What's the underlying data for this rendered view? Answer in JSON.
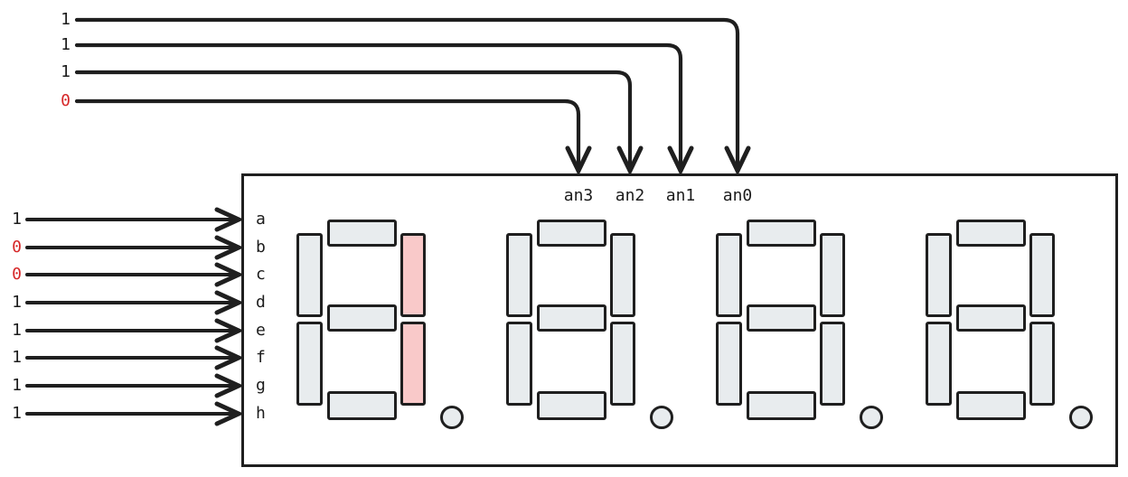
{
  "diagram": {
    "component": "four-digit-seven-segment-display",
    "colors": {
      "stroke": "#1f1f1f",
      "text": "#1c1c1c",
      "active_red": "#d62728",
      "segment_off_fill": "#e8ecee",
      "segment_lit_fill": "#f9c9c9",
      "background": "#ffffff"
    },
    "anode_inputs": [
      {
        "value": "1",
        "target": "an0",
        "highlight": false
      },
      {
        "value": "1",
        "target": "an1",
        "highlight": false
      },
      {
        "value": "1",
        "target": "an2",
        "highlight": false
      },
      {
        "value": "0",
        "target": "an3",
        "highlight": true
      }
    ],
    "anode_labels": [
      "an3",
      "an2",
      "an1",
      "an0"
    ],
    "segment_inputs": [
      {
        "label": "a",
        "value": "1",
        "highlight": false
      },
      {
        "label": "b",
        "value": "0",
        "highlight": true
      },
      {
        "label": "c",
        "value": "0",
        "highlight": true
      },
      {
        "label": "d",
        "value": "1",
        "highlight": false
      },
      {
        "label": "e",
        "value": "1",
        "highlight": false
      },
      {
        "label": "f",
        "value": "1",
        "highlight": false
      },
      {
        "label": "g",
        "value": "1",
        "highlight": false
      },
      {
        "label": "h",
        "value": "1",
        "highlight": false
      }
    ],
    "digits": [
      {
        "anode": "an3",
        "lit_segments": [
          "b",
          "c"
        ],
        "dot_lit": false
      },
      {
        "anode": "an2",
        "lit_segments": [],
        "dot_lit": false
      },
      {
        "anode": "an1",
        "lit_segments": [],
        "dot_lit": false
      },
      {
        "anode": "an0",
        "lit_segments": [],
        "dot_lit": false
      }
    ]
  }
}
